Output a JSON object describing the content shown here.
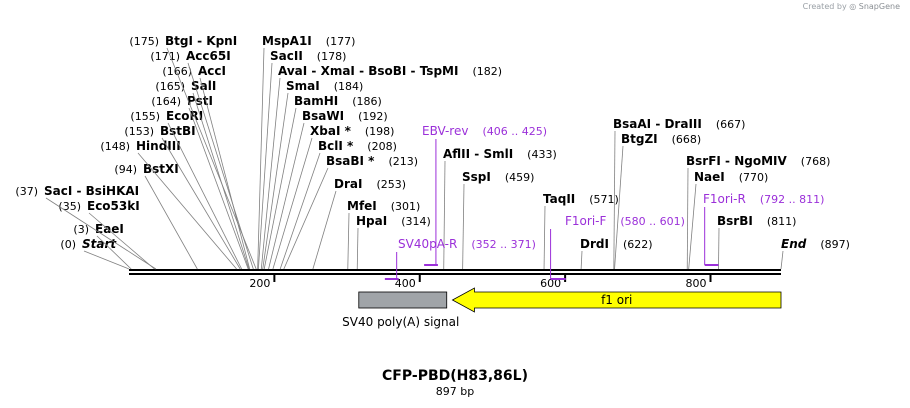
{
  "watermark": {
    "prefix": "Created by",
    "brand": "SnapGene"
  },
  "plasmid": {
    "name": "CFP-PBD(H83,86L)",
    "size_label": "897 bp",
    "length": 897
  },
  "ruler": {
    "ticks": [
      200,
      400,
      600,
      800
    ]
  },
  "colors": {
    "primer": "#9b30d9",
    "f1ori": "#ffff00",
    "feature_gray": "#a0a4a8",
    "text": "#000000"
  },
  "sites": [
    {
      "text": "(0)",
      "pos": 0,
      "label": "Start",
      "italic": true
    },
    {
      "text": "(3)",
      "pos": 3,
      "label": "EaeI"
    },
    {
      "text": "(35)",
      "pos": 35,
      "label": "Eco53kI"
    },
    {
      "text": "(37)",
      "pos": 37,
      "label": "SacI  -  BsiHKAI"
    },
    {
      "text": "(94)",
      "pos": 94,
      "label": "BstXI"
    },
    {
      "text": "(148)",
      "pos": 148,
      "label": "HindIII"
    },
    {
      "text": "(153)",
      "pos": 153,
      "label": "BstBI"
    },
    {
      "text": "(155)",
      "pos": 155,
      "label": "EcoRI"
    },
    {
      "text": "(164)",
      "pos": 164,
      "label": "PstI"
    },
    {
      "text": "(165)",
      "pos": 165,
      "label": "SalI"
    },
    {
      "text": "(166)",
      "pos": 166,
      "label": "AccI"
    },
    {
      "text": "(171)",
      "pos": 171,
      "label": "Acc65I"
    },
    {
      "text": "(175)",
      "pos": 175,
      "label": "BtgI  -  KpnI"
    },
    {
      "text": "(177)",
      "pos": 177,
      "label": "MspA1I"
    },
    {
      "text": "(178)",
      "pos": 178,
      "label": "SacII"
    },
    {
      "text": "(182)",
      "pos": 182,
      "label": "AvaI  -  XmaI  -  BsoBI  -  TspMI"
    },
    {
      "text": "(184)",
      "pos": 184,
      "label": "SmaI"
    },
    {
      "text": "(186)",
      "pos": 186,
      "label": "BamHI"
    },
    {
      "text": "(192)",
      "pos": 192,
      "label": "BsaWI"
    },
    {
      "text": "(198)",
      "pos": 198,
      "label": "XbaI *"
    },
    {
      "text": "(208)",
      "pos": 208,
      "label": "BclI *"
    },
    {
      "text": "(213)",
      "pos": 213,
      "label": "BsaBI *"
    },
    {
      "text": "(253)",
      "pos": 253,
      "label": "DraI"
    },
    {
      "text": "(301)",
      "pos": 301,
      "label": "MfeI"
    },
    {
      "text": "(314)",
      "pos": 314,
      "label": "HpaI"
    },
    {
      "text": "(433)",
      "pos": 433,
      "label": "AflII  -  SmlI"
    },
    {
      "text": "(459)",
      "pos": 459,
      "label": "SspI"
    },
    {
      "text": "(571)",
      "pos": 571,
      "label": "TaqII"
    },
    {
      "text": "(622)",
      "pos": 622,
      "label": "DrdI"
    },
    {
      "text": "(667)",
      "pos": 667,
      "label": "BsaAI  -  DraIII"
    },
    {
      "text": "(668)",
      "pos": 668,
      "label": "BtgZI"
    },
    {
      "text": "(768)",
      "pos": 768,
      "label": "BsrFI  -  NgoMIV"
    },
    {
      "text": "(770)",
      "pos": 770,
      "label": "NaeI"
    },
    {
      "text": "(811)",
      "pos": 811,
      "label": "BsrBI"
    },
    {
      "text": "(897)",
      "pos": 897,
      "label": "End",
      "italic": true
    }
  ],
  "primers": [
    {
      "label": "EBV-rev",
      "range": "(406 .. 425)",
      "start": 406,
      "end": 425
    },
    {
      "label": "SV40pA-R",
      "range": "(352 .. 371)",
      "start": 352,
      "end": 371
    },
    {
      "label": "F1ori-F",
      "range": "(580 .. 601)",
      "start": 580,
      "end": 601
    },
    {
      "label": "F1ori-R",
      "range": "(792 .. 811)",
      "start": 792,
      "end": 811
    }
  ],
  "features": [
    {
      "label": "SV40 poly(A) signal",
      "start": 312,
      "end": 433,
      "type": "box"
    },
    {
      "label": "f1 ori",
      "start": 445,
      "end": 897,
      "type": "arrow-left"
    }
  ]
}
